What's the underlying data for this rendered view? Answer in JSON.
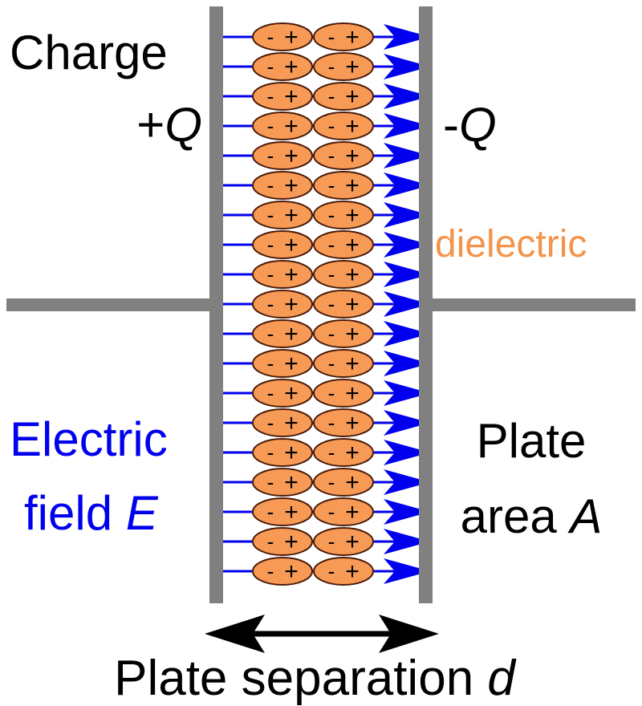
{
  "labels": {
    "charge": "Charge",
    "plus_q": "+",
    "minus_q": "-",
    "q_symbol": "Q",
    "dielectric": "dielectric",
    "electric": "Electric",
    "field": "field ",
    "e_symbol": "E",
    "plate": "Plate",
    "area": "area ",
    "a_symbol": "A",
    "separation": "Plate separation ",
    "d_symbol": "d"
  },
  "dipole": {
    "minus": "-",
    "plus": "+"
  },
  "dipole_rows": 19,
  "dipoles_per_row": 2,
  "colors": {
    "plate": "#808080",
    "field": "#0000ee",
    "dielectric_fill": "#f79a55",
    "dielectric_text": "#f4944a",
    "ellipse_stroke": "#4a1a08",
    "text": "#000000"
  }
}
